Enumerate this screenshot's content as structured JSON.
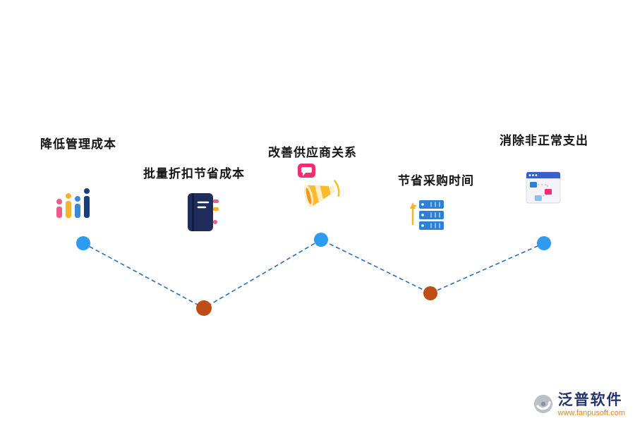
{
  "items": [
    {
      "label": "降低管理成本",
      "icon": "people-bar-chart-icon"
    },
    {
      "label": "批量折扣节省成本",
      "icon": "notebook-icon"
    },
    {
      "label": "改善供应商关系",
      "icon": "megaphone-icon"
    },
    {
      "label": "节省采购时间",
      "icon": "server-icon"
    },
    {
      "label": "消除非正常支出",
      "icon": "flowchart-window-icon"
    }
  ],
  "logo": {
    "brand": "泛普软件",
    "url": "www.fanpusoft.com"
  },
  "colors": {
    "node_blue": "#2e9bf0",
    "node_orange": "#bf4d16",
    "line_blue": "#2a6fb5",
    "label_text": "#141414",
    "brand_text": "#25356b",
    "url_text": "#f08200"
  }
}
